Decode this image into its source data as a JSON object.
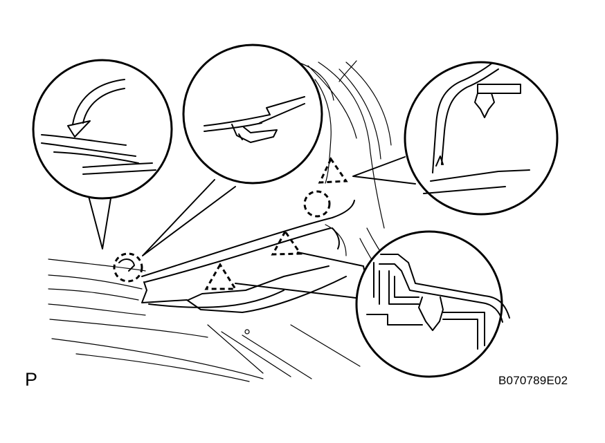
{
  "diagram": {
    "view_label": "P",
    "figure_code": "B070789E02",
    "colors": {
      "line": "#000000",
      "background": "#ffffff"
    },
    "icons": [
      "clip-icon",
      "claw-icon",
      "dashed-circle-marker",
      "dashed-triangle-marker"
    ]
  }
}
